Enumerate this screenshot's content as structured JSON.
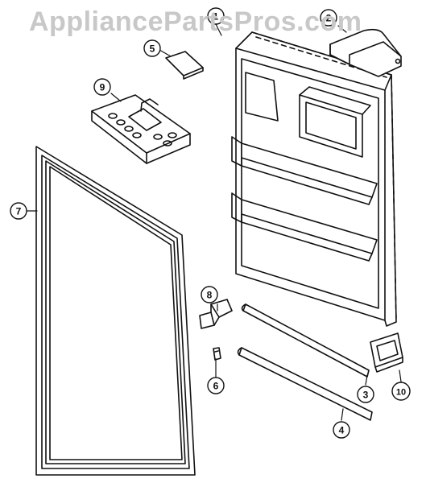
{
  "watermark": "AppliancePartsPros.com",
  "callouts": [
    {
      "id": "1",
      "label": "1"
    },
    {
      "id": "2",
      "label": "2"
    },
    {
      "id": "3",
      "label": "3"
    },
    {
      "id": "4",
      "label": "4"
    },
    {
      "id": "5",
      "label": "5"
    },
    {
      "id": "6",
      "label": "6"
    },
    {
      "id": "7",
      "label": "7"
    },
    {
      "id": "8",
      "label": "8"
    },
    {
      "id": "9",
      "label": "9"
    },
    {
      "id": "10",
      "label": "10"
    }
  ]
}
